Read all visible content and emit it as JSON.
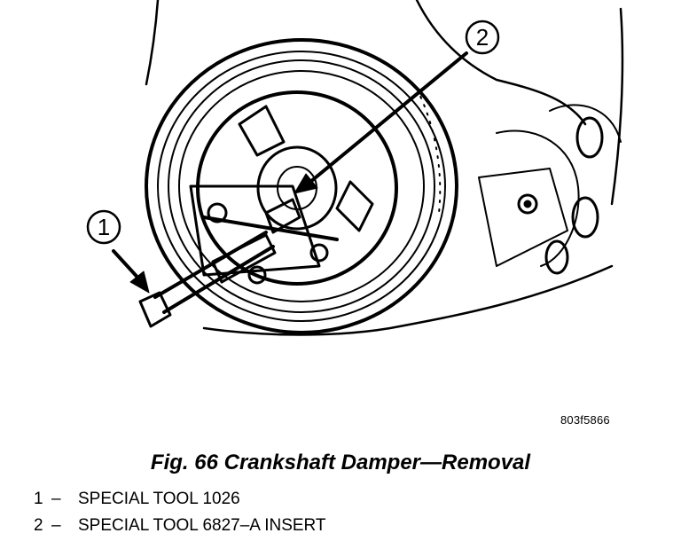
{
  "callouts": [
    {
      "number": "1"
    },
    {
      "number": "2"
    }
  ],
  "image_id": "803f5866",
  "caption": "Fig. 66 Crankshaft Damper—Removal",
  "legend": [
    {
      "number": "1",
      "dash": "–",
      "text": "SPECIAL TOOL 1026"
    },
    {
      "number": "2",
      "dash": "–",
      "text": "SPECIAL TOOL 6827–A INSERT"
    }
  ]
}
